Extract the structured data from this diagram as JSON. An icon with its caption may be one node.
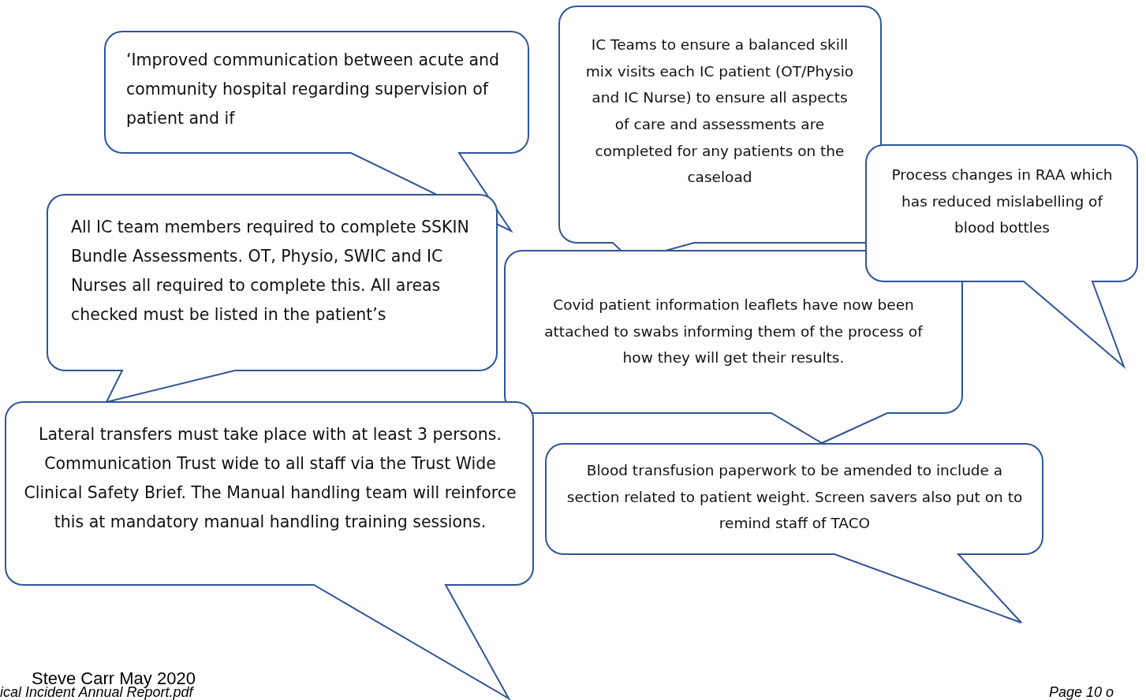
{
  "diagram": {
    "nodes": [
      {
        "text": [
          "‘Improved communication between acute and community hospital regarding supervision of patient and if"
        ]
      },
      {
        "text": [
          "IC Teams to ensure a balanced skill mix visits each IC patient (OT/Physio and IC Nurse) to ensure all aspects of care and assessments are completed for any patients on the caseload"
        ]
      },
      {
        "text": [
          "Process changes in RAA which has reduced mislabelling of blood bottles"
        ]
      },
      {
        "text": [
          "All IC team members required to complete SSKIN Bundle Assessments. OT, Physio, SWIC and IC Nurses all required to complete this. All areas checked must be listed in the patient’s"
        ]
      },
      {
        "text": [
          "Covid patient information leaflets have now been attached to swabs informing them of the process of how they will get their results."
        ]
      },
      {
        "text": [
          "Lateral transfers must take place with at least 3 persons. Communication Trust wide to all staff via the Trust Wide Clinical Safety Brief. The Manual handling team will reinforce this at mandatory manual handling training sessions."
        ]
      },
      {
        "text": [
          "Blood transfusion paperwork to be amended to include a section related to patient weight. Screen savers also put on to remind staff of TACO"
        ]
      }
    ],
    "labels": [
      "Steve Carr May 2020",
      "ical Incident Annual Report.pdf",
      "Page 10 o"
    ]
  }
}
